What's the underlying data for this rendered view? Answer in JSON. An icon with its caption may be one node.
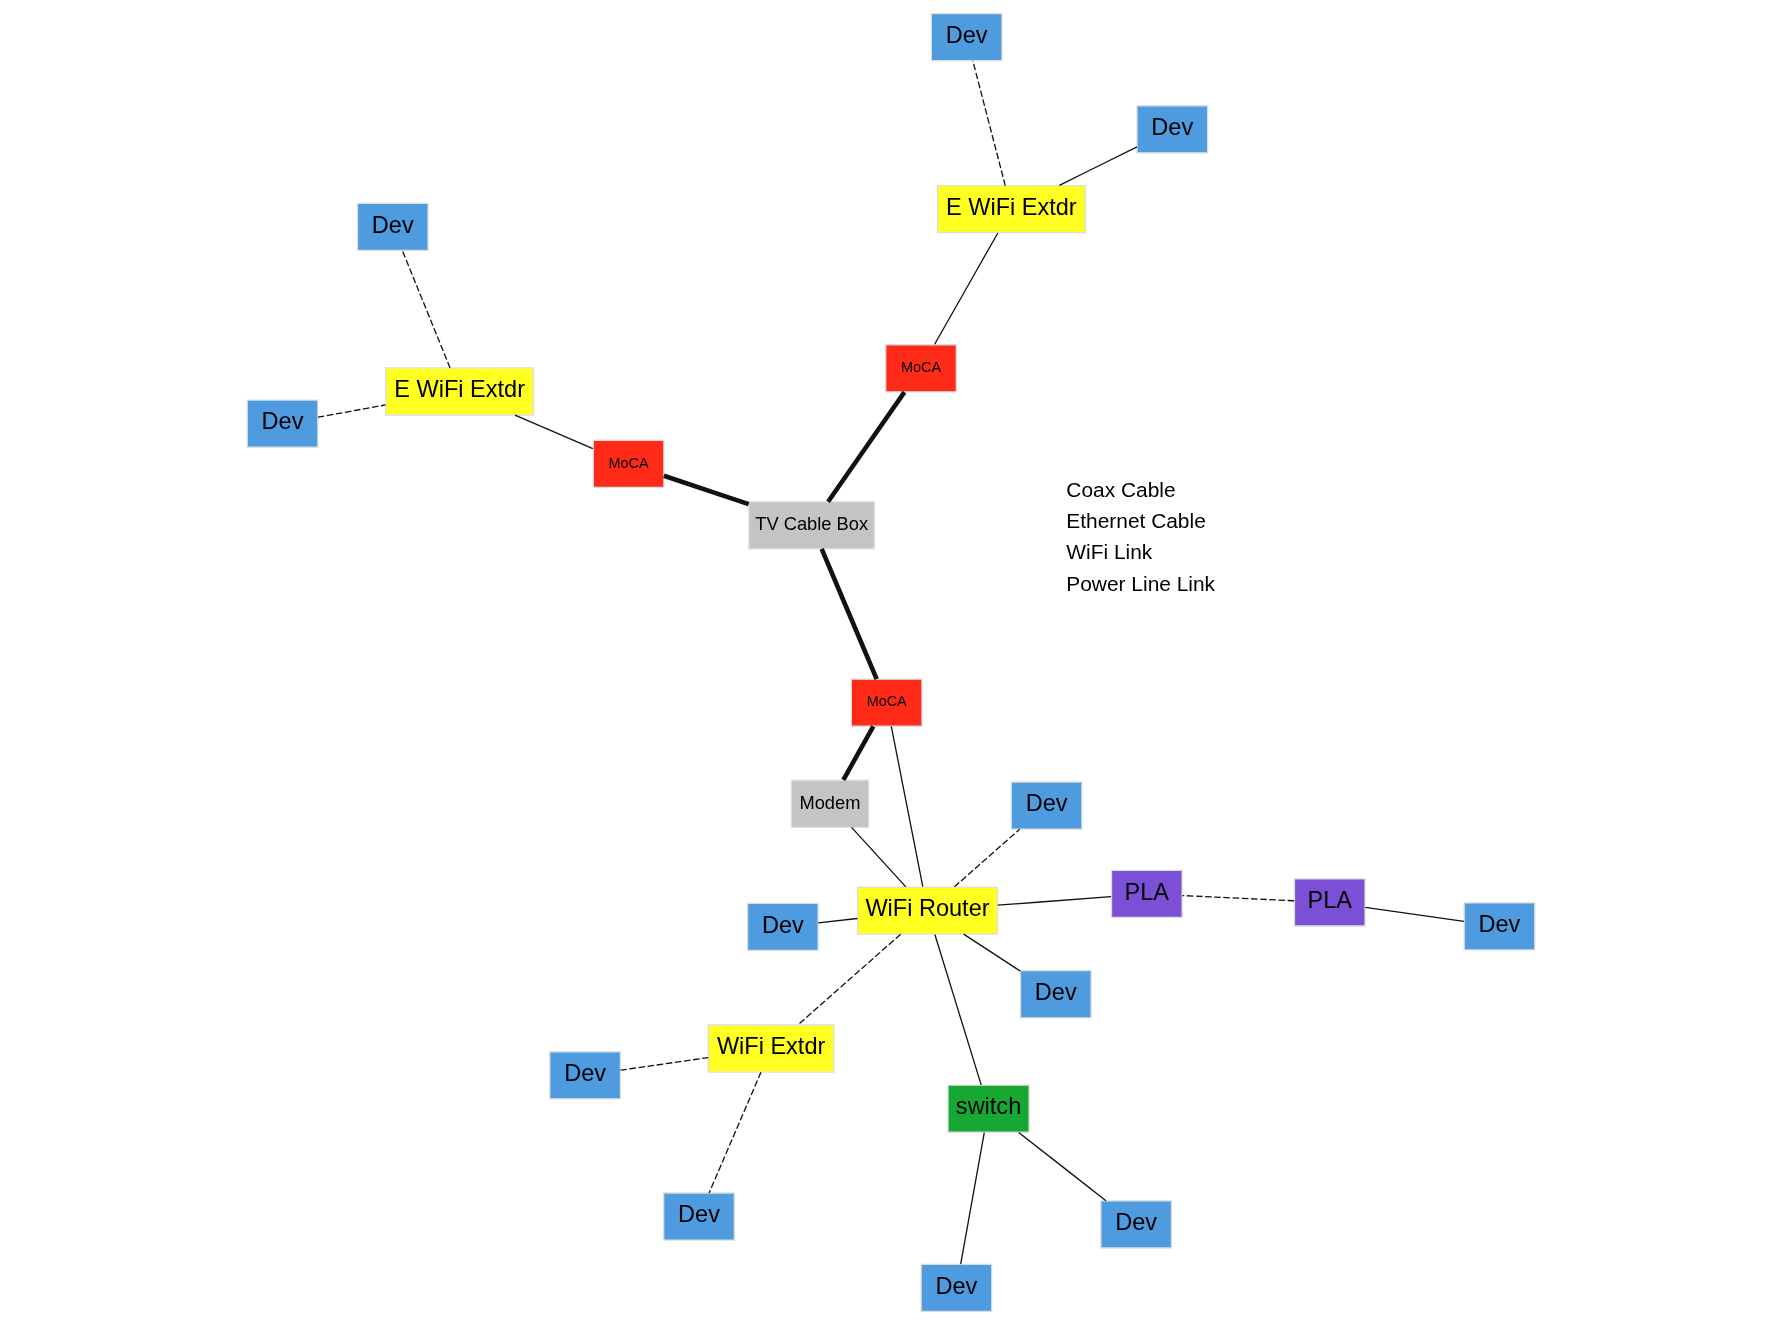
{
  "diagram": {
    "nodes": [
      {
        "text": [
          "Dev"
        ]
      },
      {
        "text": [
          "Dev"
        ]
      },
      {
        "text": [
          "switch"
        ]
      },
      {
        "text": [
          "Dev"
        ]
      },
      {
        "text": [
          "PLA"
        ]
      },
      {
        "text": [
          "Dev"
        ]
      },
      {
        "text": [
          "Dev"
        ]
      },
      {
        "text": [
          "WiFi Extdr"
        ]
      },
      {
        "text": [
          "Dev"
        ]
      },
      {
        "text": [
          "Dev"
        ]
      },
      {
        "text": [
          "PLA"
        ]
      },
      {
        "text": [
          "Dev"
        ]
      },
      {
        "text": [
          "Dev"
        ]
      },
      {
        "text": [
          "Dev"
        ]
      },
      {
        "text": [
          "Dev"
        ]
      },
      {
        "text": [
          "WiFi Router"
        ]
      },
      {
        "text": [
          "E WiFi Extdr"
        ]
      },
      {
        "text": [
          "E WiFi Extdr"
        ]
      },
      {
        "text": [
          "Dev"
        ]
      },
      {
        "text": [
          "Modem"
        ]
      },
      {
        "text": [
          "MoCA"
        ]
      },
      {
        "text": [
          "MoCA"
        ]
      },
      {
        "text": [
          "MoCA"
        ]
      },
      {
        "text": [
          "TV Cable Box"
        ]
      }
    ],
    "edges": [
      {
        "from": 0,
        "to": 2,
        "arrow": "none"
      },
      {
        "from": 1,
        "to": 2,
        "arrow": "none"
      },
      {
        "from": 2,
        "to": 15,
        "arrow": "none"
      },
      {
        "from": 3,
        "to": 4,
        "arrow": "none"
      },
      {
        "from": 4,
        "to": 10,
        "arrow": "none",
        "style": "dashed"
      },
      {
        "from": 5,
        "to": 7,
        "arrow": "none",
        "style": "dashed"
      },
      {
        "from": 7,
        "to": 6,
        "arrow": "none",
        "style": "dashed"
      },
      {
        "from": 15,
        "to": 7,
        "arrow": "none",
        "style": "dashed"
      },
      {
        "from": 9,
        "to": 15,
        "arrow": "none"
      },
      {
        "from": 8,
        "to": 15,
        "arrow": "none"
      },
      {
        "from": 10,
        "to": 15,
        "arrow": "none"
      },
      {
        "from": 15,
        "to": 12,
        "arrow": "none",
        "style": "dashed"
      },
      {
        "from": 15,
        "to": 19,
        "arrow": "none"
      },
      {
        "from": 15,
        "to": 22,
        "arrow": "none"
      },
      {
        "from": 19,
        "to": 22,
        "arrow": "none",
        "style": "thick"
      },
      {
        "from": 22,
        "to": 23,
        "arrow": "none",
        "style": "thick"
      },
      {
        "from": 13,
        "to": 16,
        "arrow": "none"
      },
      {
        "from": 16,
        "to": 14,
        "arrow": "none",
        "style": "dashed"
      },
      {
        "from": 16,
        "to": 20,
        "arrow": "none"
      },
      {
        "from": 20,
        "to": 23,
        "arrow": "none",
        "style": "thick"
      },
      {
        "from": 11,
        "to": 17,
        "arrow": "none",
        "style": "dashed"
      },
      {
        "from": 17,
        "to": 18,
        "arrow": "none",
        "style": "dashed"
      },
      {
        "from": 17,
        "to": 21,
        "arrow": "none"
      },
      {
        "from": 21,
        "to": 23,
        "arrow": "none",
        "style": "thick"
      }
    ],
    "legend": [
      {
        "text": "Coax Cable"
      },
      {
        "text": "Ethernet Cable"
      },
      {
        "text": "WiFi Link"
      },
      {
        "text": "Power Line Link"
      }
    ]
  }
}
